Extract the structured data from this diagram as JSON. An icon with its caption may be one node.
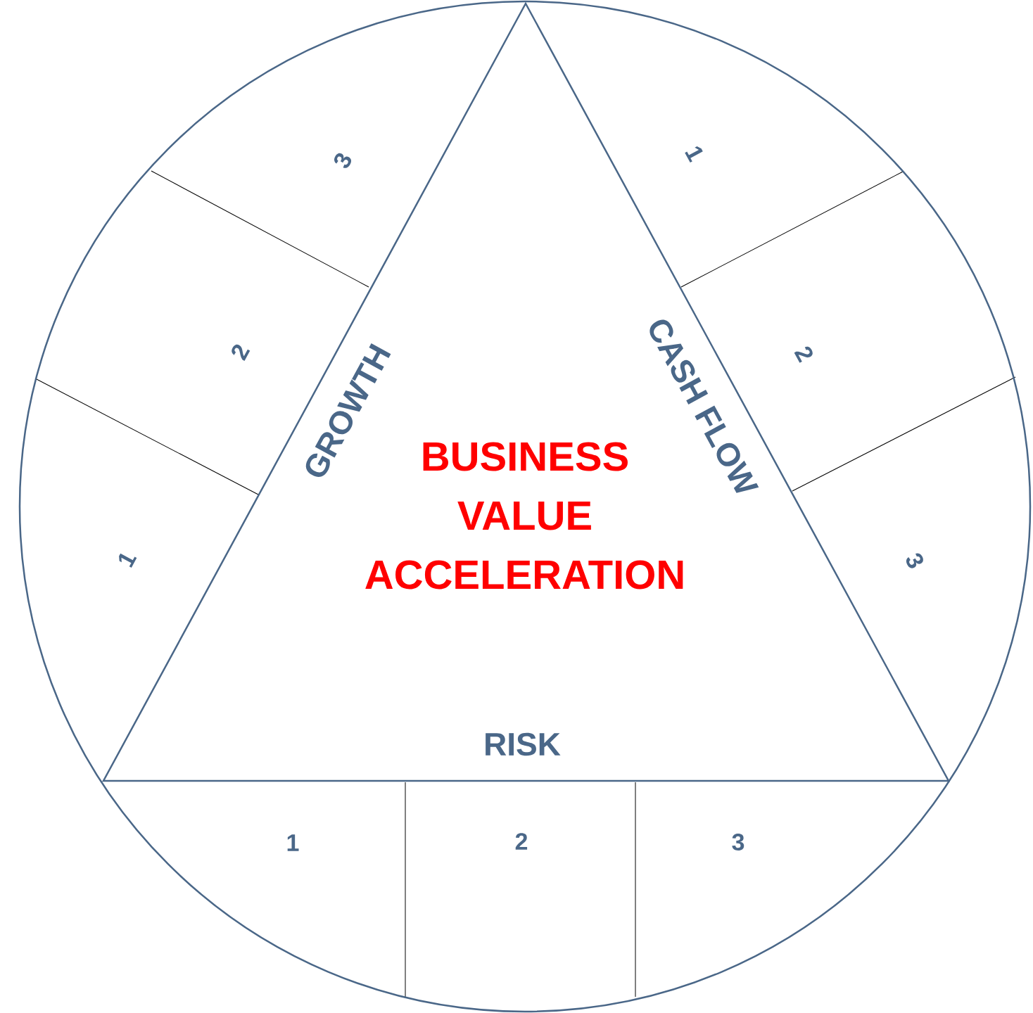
{
  "diagram": {
    "nodes": [
      {
        "text": [],
        "shape": "circle"
      },
      {
        "text": [
          "BUSINESS VALUE ACCELERATION",
          "GROWTH",
          "CASH FLOW",
          "RISK"
        ],
        "in": 0
      },
      {
        "text": [
          "1"
        ],
        "in": 0
      },
      {
        "text": [
          "2"
        ],
        "in": 0
      },
      {
        "text": [
          "3"
        ],
        "in": 0
      },
      {
        "text": [
          "1"
        ],
        "in": 0
      },
      {
        "text": [
          "2"
        ],
        "in": 0
      },
      {
        "text": [
          "3"
        ],
        "in": 0
      },
      {
        "text": [
          "1"
        ],
        "in": 0
      },
      {
        "text": [
          "2"
        ],
        "in": 0
      },
      {
        "text": [
          "3"
        ],
        "in": 0
      }
    ]
  }
}
